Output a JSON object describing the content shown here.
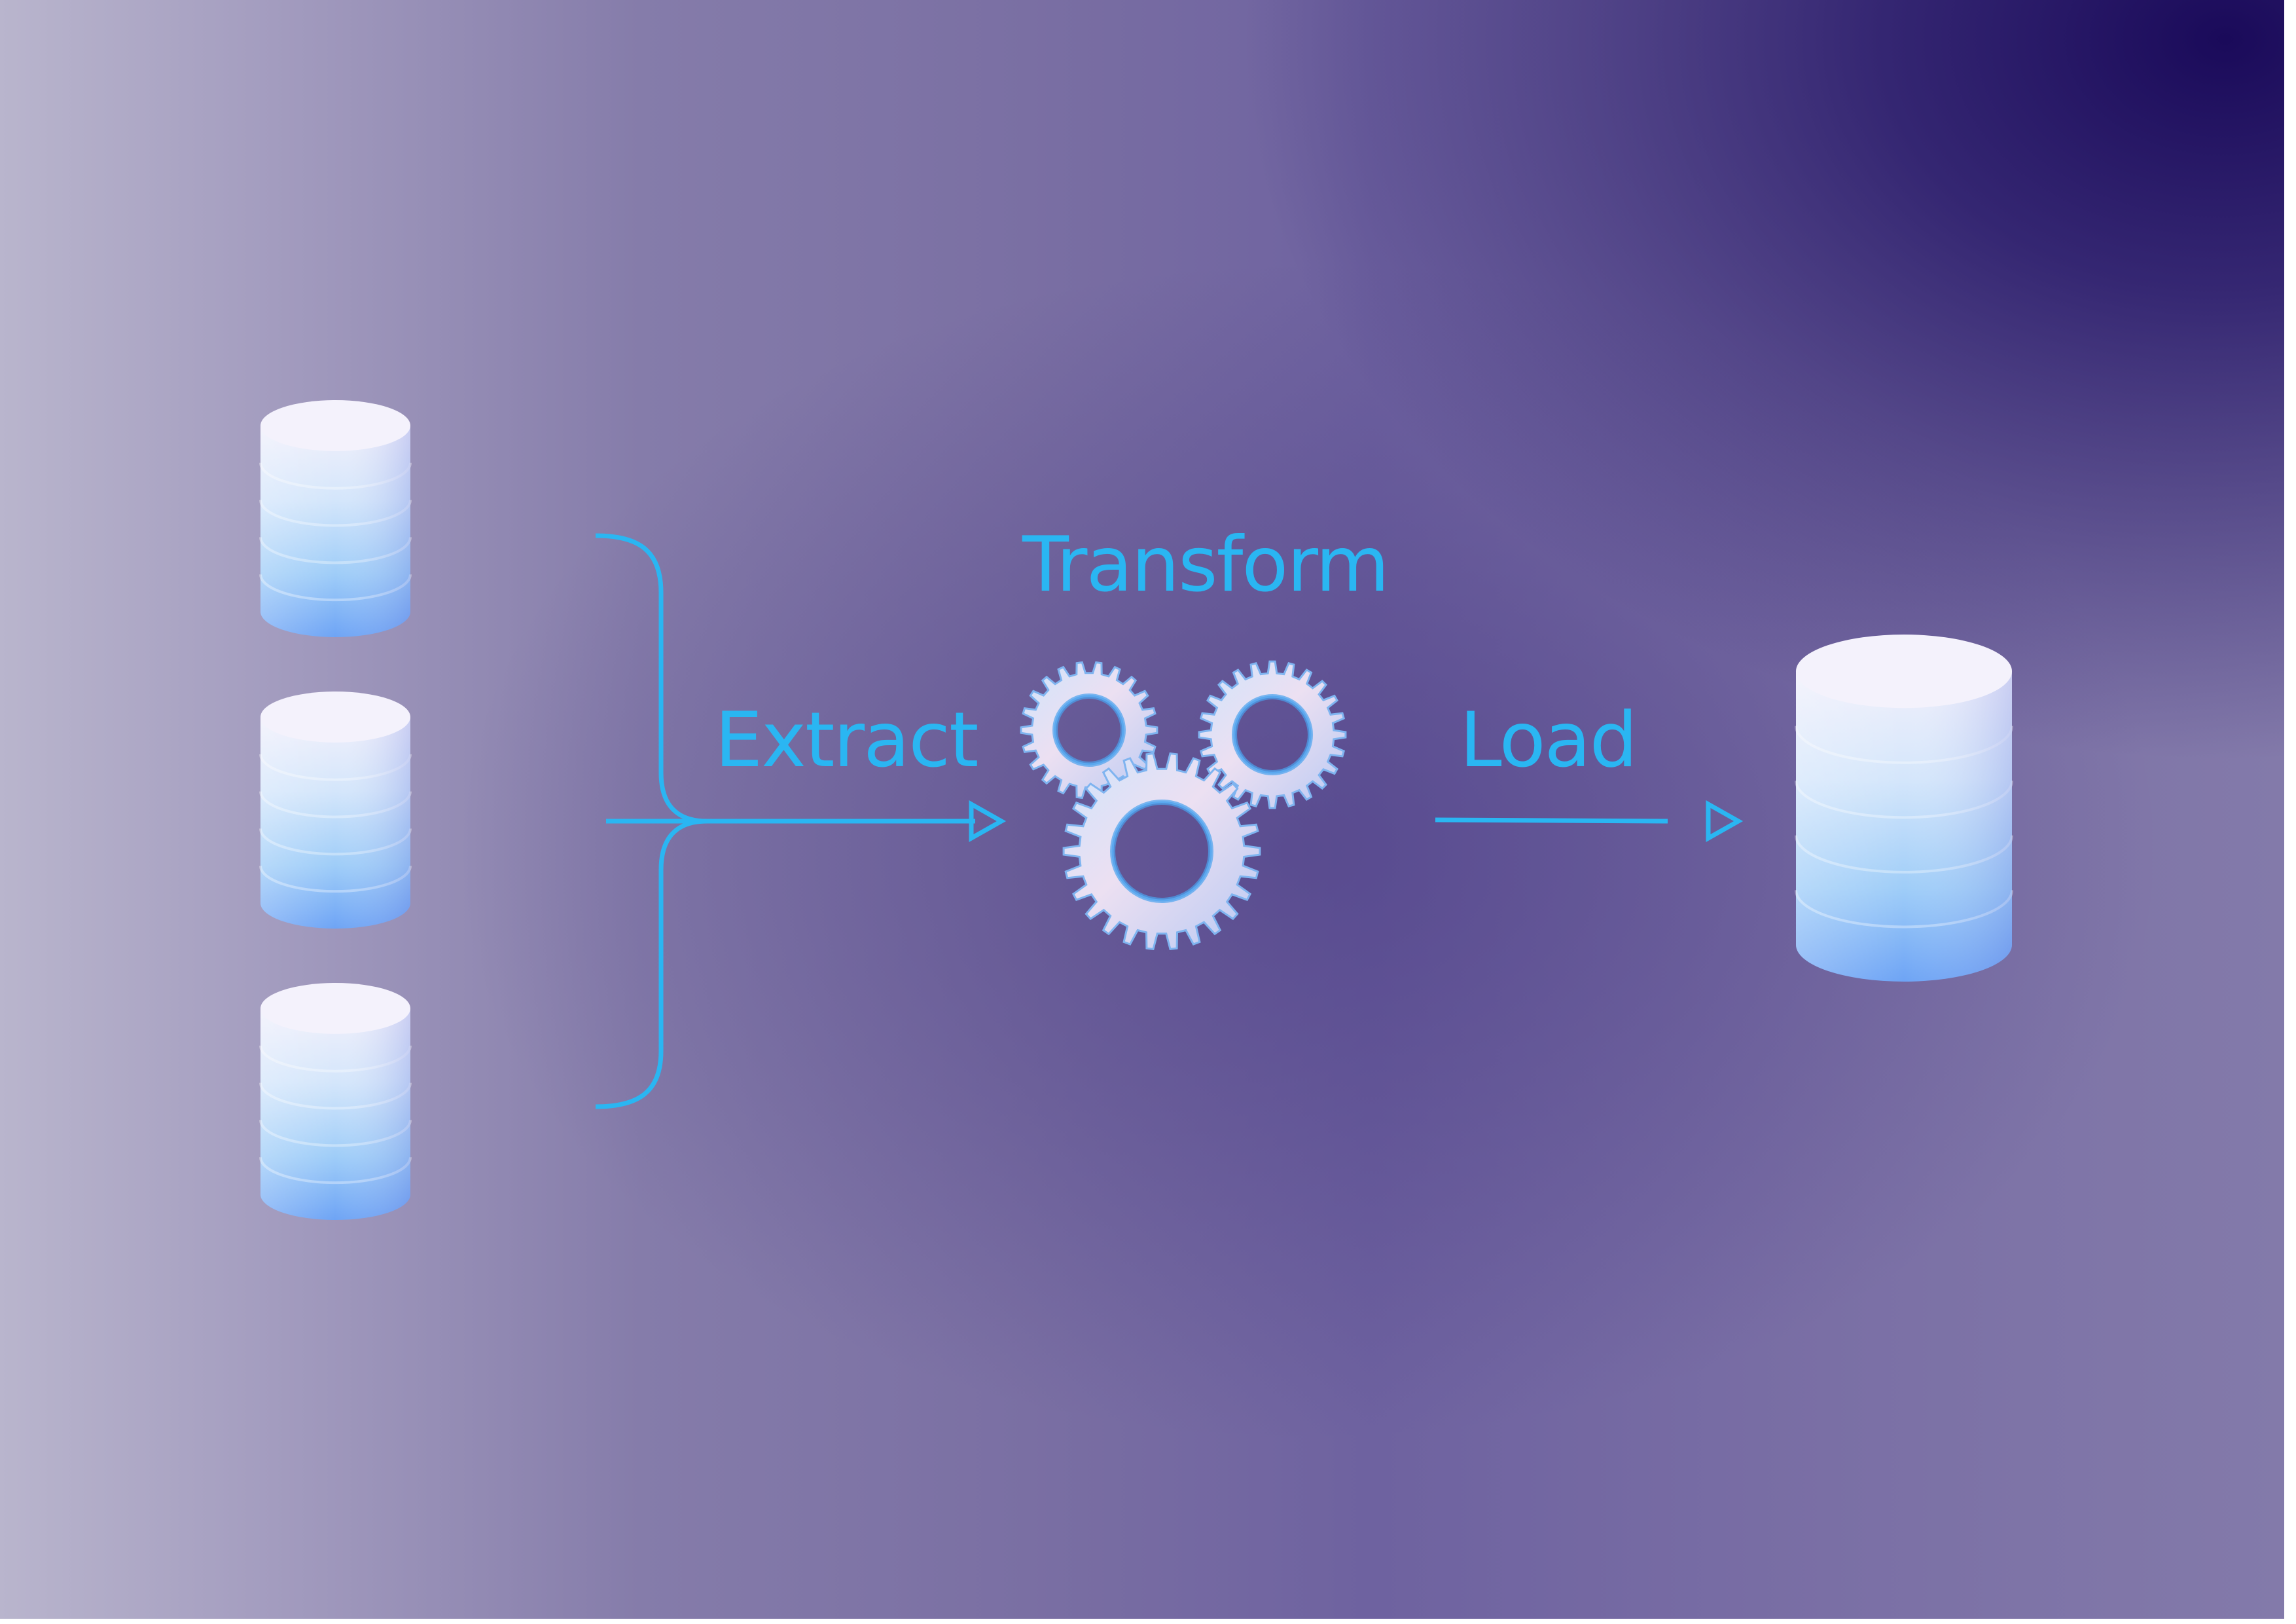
{
  "diagram": {
    "steps": {
      "extract": "Extract",
      "transform": "Transform",
      "load": "Load"
    },
    "sources": [
      "source-db-1",
      "source-db-2",
      "source-db-3"
    ],
    "target": "target-db",
    "colors": {
      "accent": "#2ab6f2",
      "background_dark": "#1c0c5a",
      "background_light": "#b9b5cd",
      "cylinder_top": "#eef0fb",
      "cylinder_bottom": "#6fa8f6"
    }
  }
}
